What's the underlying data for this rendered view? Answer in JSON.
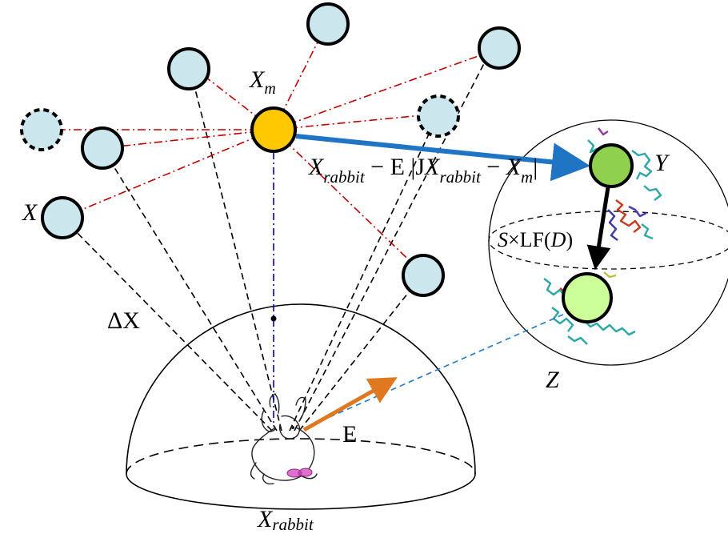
{
  "labels": {
    "x": "X",
    "xm_base": "X",
    "xm_sub": "m",
    "y": "Y",
    "z": "Z",
    "delta_x": "ΔX",
    "e": "E",
    "xrabbit_base": "X",
    "xrabbit_sub": "rabbit",
    "formula": {
      "p1_base": "X",
      "p1_sub": "rabbit",
      "p2": " − E |J",
      "p3_base": "X",
      "p3_sub": "rabbit",
      "p4": " − ",
      "p5_base": "X",
      "p5_sub": "m",
      "p6": "|"
    },
    "levy": {
      "s": "S",
      "times": "×LF(",
      "d": "D",
      "close": ")"
    }
  },
  "colors": {
    "agent_fill": "#cce6ee",
    "best_fill": "#ffc800",
    "y_fill": "#8fd14f",
    "z_fill": "#ccff99",
    "red_dash": "#c00000",
    "blue_dash": "#0000cc",
    "cyan_dash": "#1f78c8",
    "blue_arrow": "#1f74c4",
    "orange_arrow": "#e07820"
  }
}
